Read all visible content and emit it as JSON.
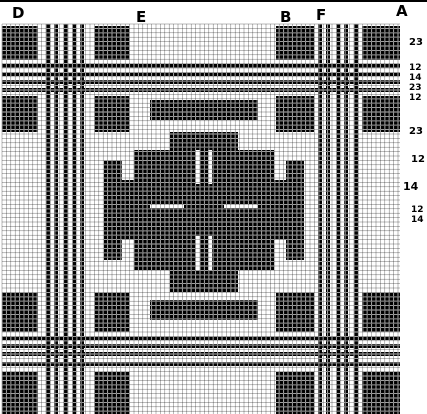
{
  "draft": {
    "top_labels": [
      "D",
      "E",
      "B",
      "F",
      "A"
    ],
    "right_labels": [
      "23",
      "12",
      "14",
      "23",
      "12",
      "23",
      "12",
      "14",
      "12",
      "14"
    ],
    "colors": {
      "ink": "#000000",
      "paper": "#ffffff"
    }
  }
}
